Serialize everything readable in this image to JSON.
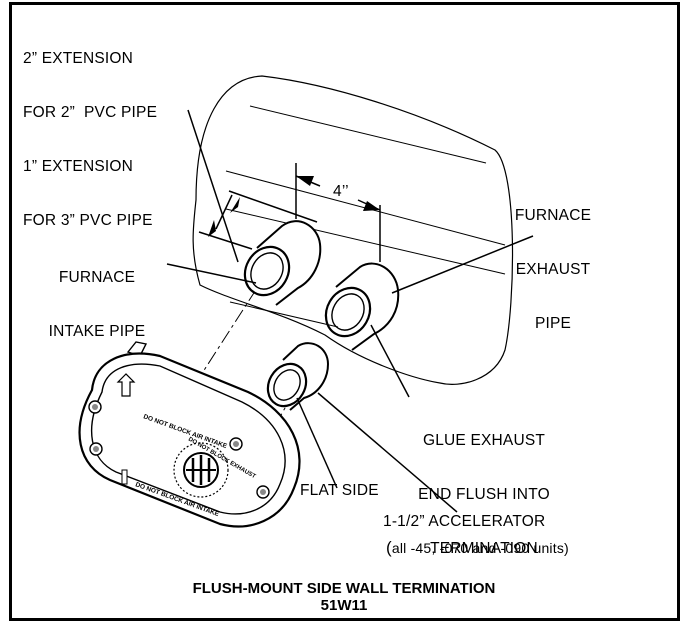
{
  "labels": {
    "extension": [
      "2” EXTENSION",
      "FOR 2”  PVC PIPE",
      "1” EXTENSION",
      "FOR 3” PVC PIPE"
    ],
    "dimension": "4’’",
    "intake": [
      "FURNACE",
      "INTAKE PIPE"
    ],
    "exhaust": [
      "FURNACE",
      "EXHAUST",
      "PIPE"
    ],
    "glue": [
      "GLUE EXHAUST",
      "END FLUSH INTO",
      "TERMINATION"
    ],
    "flat_side": "FLAT SIDE",
    "accelerator": "1-1/2” ACCELERATOR",
    "accelerator_units": [
      "(",
      "all -45, -070 and -090 units)"
    ]
  },
  "plate_text": {
    "top": "DO NOT BLOCK AIR INTAKE",
    "bottom": "DO NOT BLOCK AIR INTAKE",
    "center": "DO NOT BLOCK EXHAUST"
  },
  "caption": {
    "title": "FLUSH-MOUNT SIDE WALL TERMINATION",
    "model": "51W11"
  }
}
